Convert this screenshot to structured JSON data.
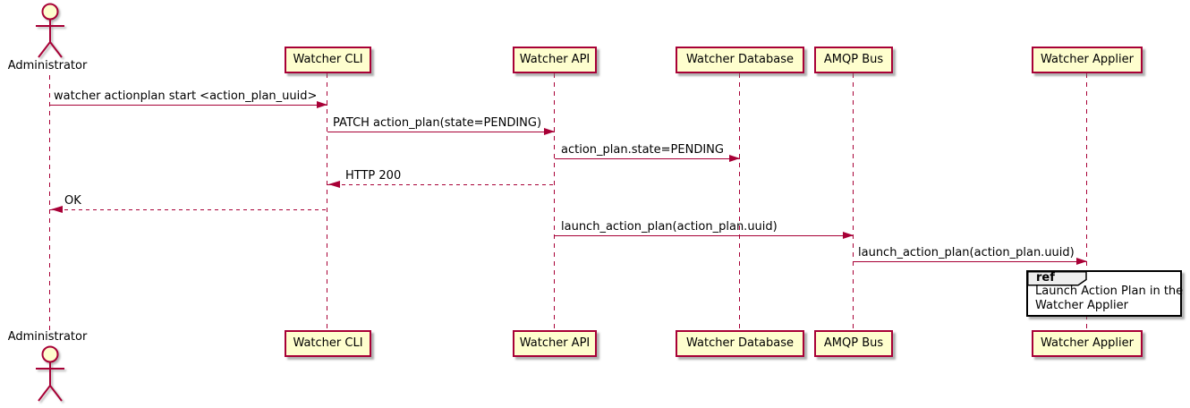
{
  "diagram": {
    "type": "uml-sequence",
    "tool_style": "plantuml"
  },
  "actor": {
    "name": "Administrator"
  },
  "participants": [
    {
      "name": "Watcher CLI"
    },
    {
      "name": "Watcher API"
    },
    {
      "name": "Watcher Database"
    },
    {
      "name": "AMQP Bus"
    },
    {
      "name": "Watcher Applier"
    }
  ],
  "messages": [
    {
      "label": "watcher actionplan start <action_plan_uuid>",
      "from": "Administrator",
      "to": "Watcher CLI",
      "line": "solid"
    },
    {
      "label": "PATCH action_plan(state=PENDING)",
      "from": "Watcher CLI",
      "to": "Watcher API",
      "line": "solid"
    },
    {
      "label": "action_plan.state=PENDING",
      "from": "Watcher API",
      "to": "Watcher Database",
      "line": "solid"
    },
    {
      "label": "HTTP 200",
      "from": "Watcher API",
      "to": "Watcher CLI",
      "line": "dashed"
    },
    {
      "label": "OK",
      "from": "Watcher CLI",
      "to": "Administrator",
      "line": "dashed"
    },
    {
      "label": "launch_action_plan(action_plan.uuid)",
      "from": "Watcher API",
      "to": "AMQP Bus",
      "line": "solid"
    },
    {
      "label": "launch_action_plan(action_plan.uuid)",
      "from": "AMQP Bus",
      "to": "Watcher Applier",
      "line": "solid"
    }
  ],
  "ref": {
    "keyword": "ref",
    "line1": "Launch Action Plan in the",
    "line2": "Watcher Applier"
  },
  "colors": {
    "participant_fill": "#FEFECE",
    "participant_border": "#A80036",
    "arrow": "#A80036",
    "lifeline": "#A80036",
    "text": "#000000",
    "ref_border": "#000000",
    "ref_header_fill": "#EEEEEE",
    "background": "#FFFFFF"
  }
}
